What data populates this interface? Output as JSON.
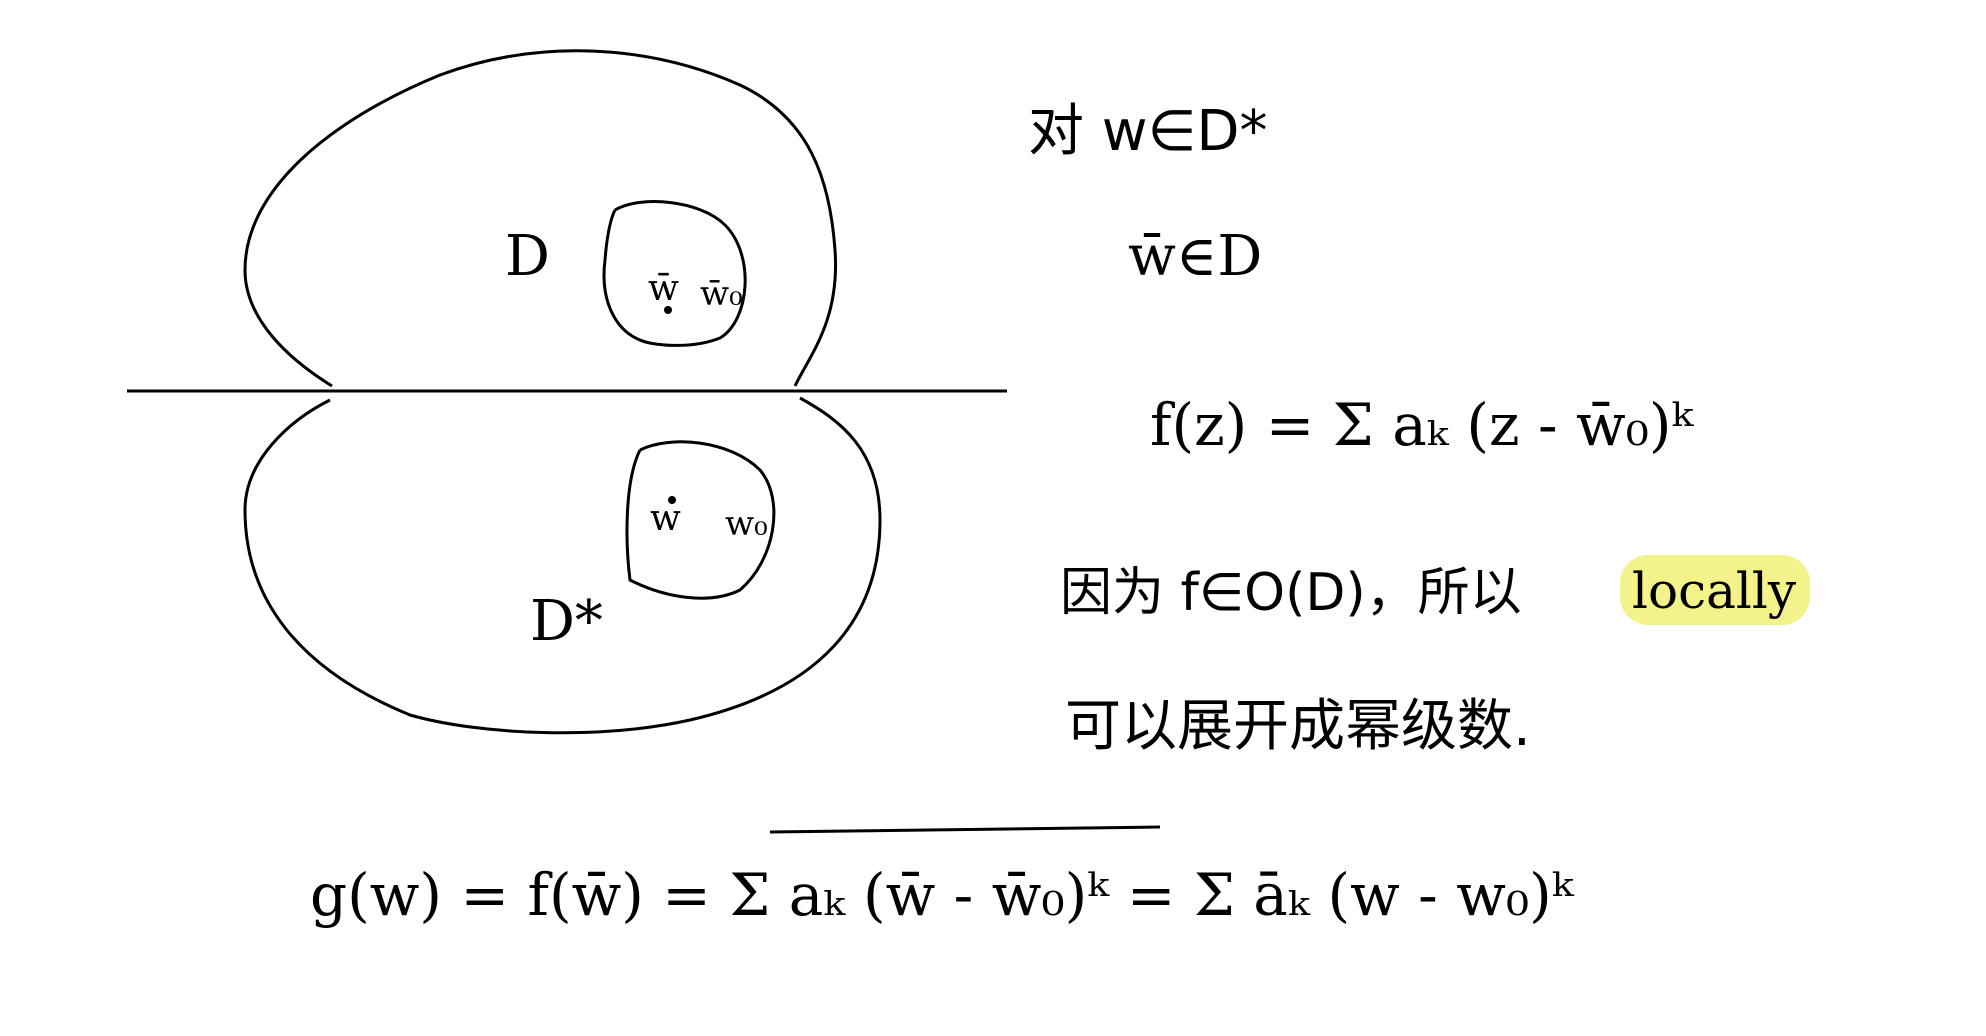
{
  "diagram": {
    "upper_region_label": "D",
    "lower_region_label": "D*",
    "upper_points": {
      "bar_w": "w̄",
      "bar_w0": "w̄₀"
    },
    "lower_points": {
      "w": "w",
      "w0": "w₀"
    }
  },
  "notes": {
    "line1": "对 w∈D*",
    "line2": "w̄∈D",
    "line3": "f(z) = Σ aₖ (z - w̄₀)ᵏ",
    "line4_prefix": "因为 f∈O(D)，所以",
    "line4_highlight": "locally",
    "line5": "可以展开成幂级数.",
    "bottom_equation": "g(w) =  f(w̄) = Σ aₖ (w̄ - w̄₀)ᵏ  = Σ āₖ (w - w₀)ᵏ"
  },
  "colors": {
    "ink": "#000000",
    "highlight": "#f4f28a"
  }
}
